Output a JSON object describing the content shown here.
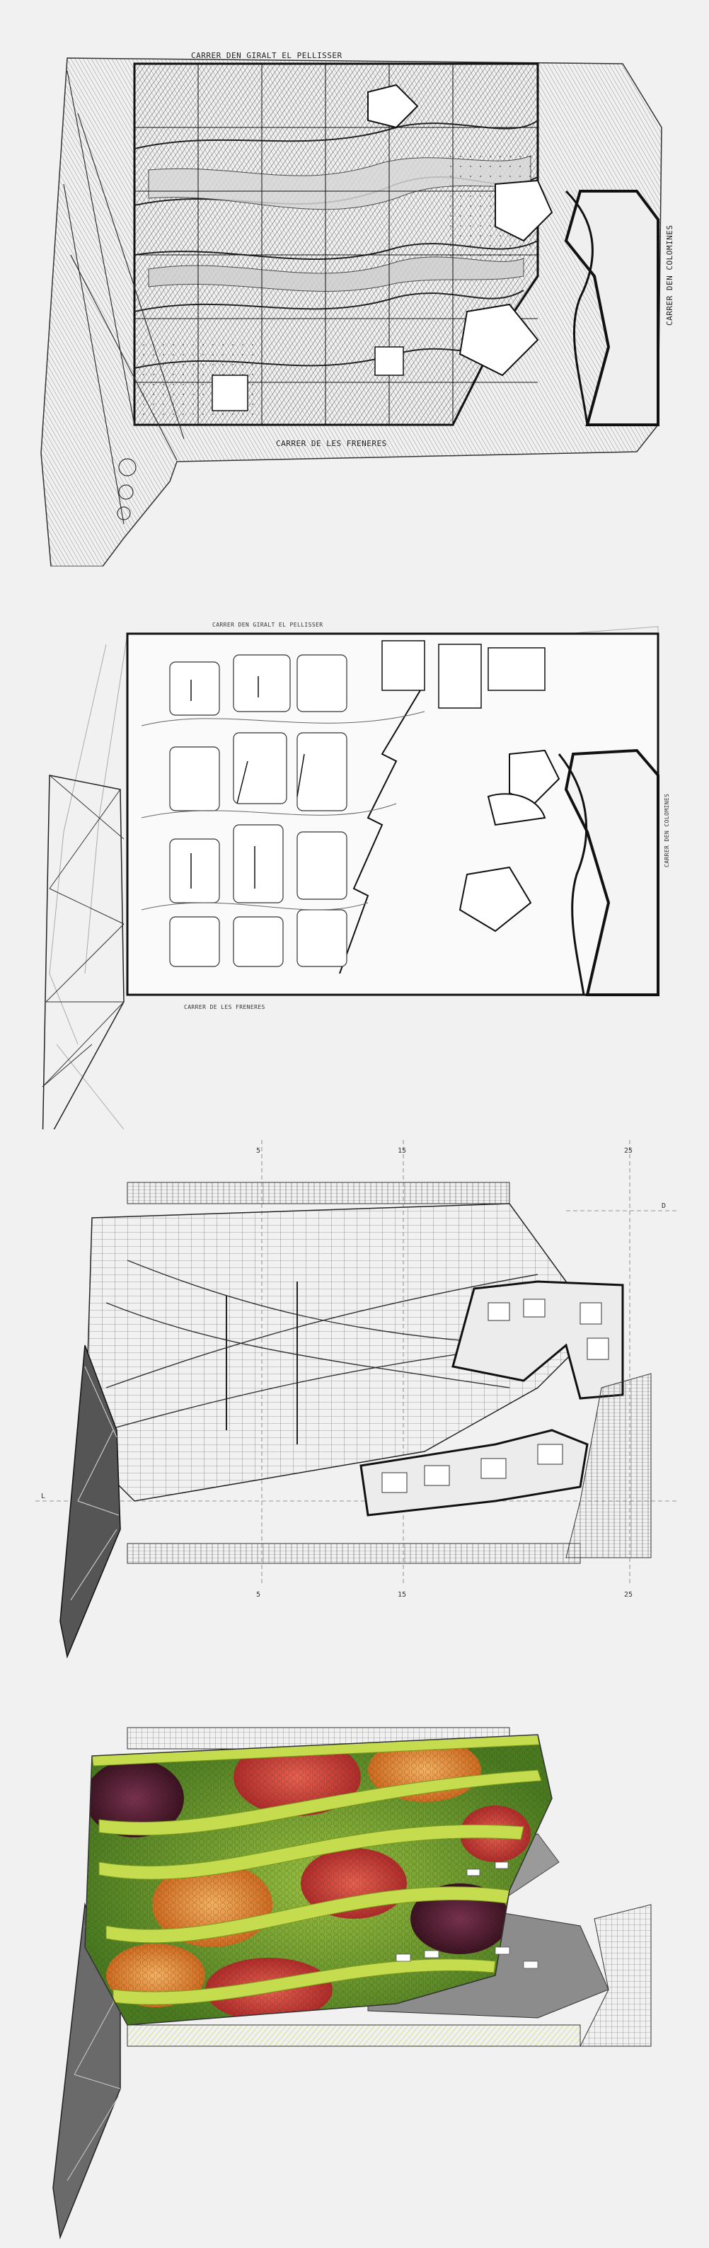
{
  "plans": [
    {
      "id": "plan-1",
      "street_top": "CARRER DEN GIRALT EL PELLISSER",
      "street_bottom": "CARRER DE LES FRENERES",
      "street_right": "CARRER DEN COLOMINES"
    },
    {
      "id": "plan-2",
      "street_top": "CARRER DEN GIRALT EL PELLISSER",
      "street_bottom": "CARRER DE LES FRENERES",
      "street_right": "CARRER DEN COLOMINES"
    },
    {
      "id": "plan-3",
      "grid_top": [
        "5",
        "15",
        "25"
      ],
      "grid_bottom": [
        "5",
        "15",
        "25"
      ],
      "grid_left": "L",
      "grid_right": "D"
    },
    {
      "id": "plan-4"
    }
  ],
  "colors": {
    "background": "#f1f1f1",
    "line": "#222222",
    "hatch": "#8a8a8a",
    "roof_green": "#b8d14a",
    "roof_red": "#d2453d",
    "roof_orange": "#e88b2e",
    "roof_dark": "#5a2a3a"
  }
}
